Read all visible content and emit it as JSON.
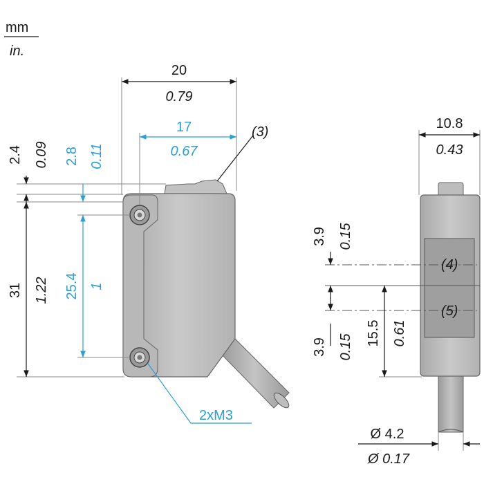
{
  "units": {
    "primary": "mm",
    "secondary": "in."
  },
  "front_view": {
    "width": {
      "mm": "20",
      "in": "0.79"
    },
    "hole_spacing_x": {
      "mm": "17",
      "in": "0.67"
    },
    "top_offset": {
      "mm": "2.4",
      "in": "0.09"
    },
    "hole_top_offset": {
      "mm": "2.8",
      "in": "0.11"
    },
    "height": {
      "mm": "31",
      "in": "1.22"
    },
    "hole_spacing_y": {
      "mm": "25.4",
      "in": "1"
    },
    "callout_3": "(3)",
    "mount_label": "2xM3"
  },
  "side_view": {
    "width": {
      "mm": "10.8",
      "in": "0.43"
    },
    "offset_upper": {
      "mm": "3.9",
      "in": "0.15"
    },
    "offset_lower": {
      "mm": "3.9",
      "in": "0.15"
    },
    "center_height": {
      "mm": "15.5",
      "in": "0.61"
    },
    "callout_4": "(4)",
    "callout_5": "(5)",
    "cable_diameter": {
      "mm": "Ø 4.2",
      "in": "Ø 0.17"
    }
  },
  "colors": {
    "accent": "#2a9fd6",
    "housing": "#bdbdbd",
    "housing_dark": "#8f8f8f"
  }
}
